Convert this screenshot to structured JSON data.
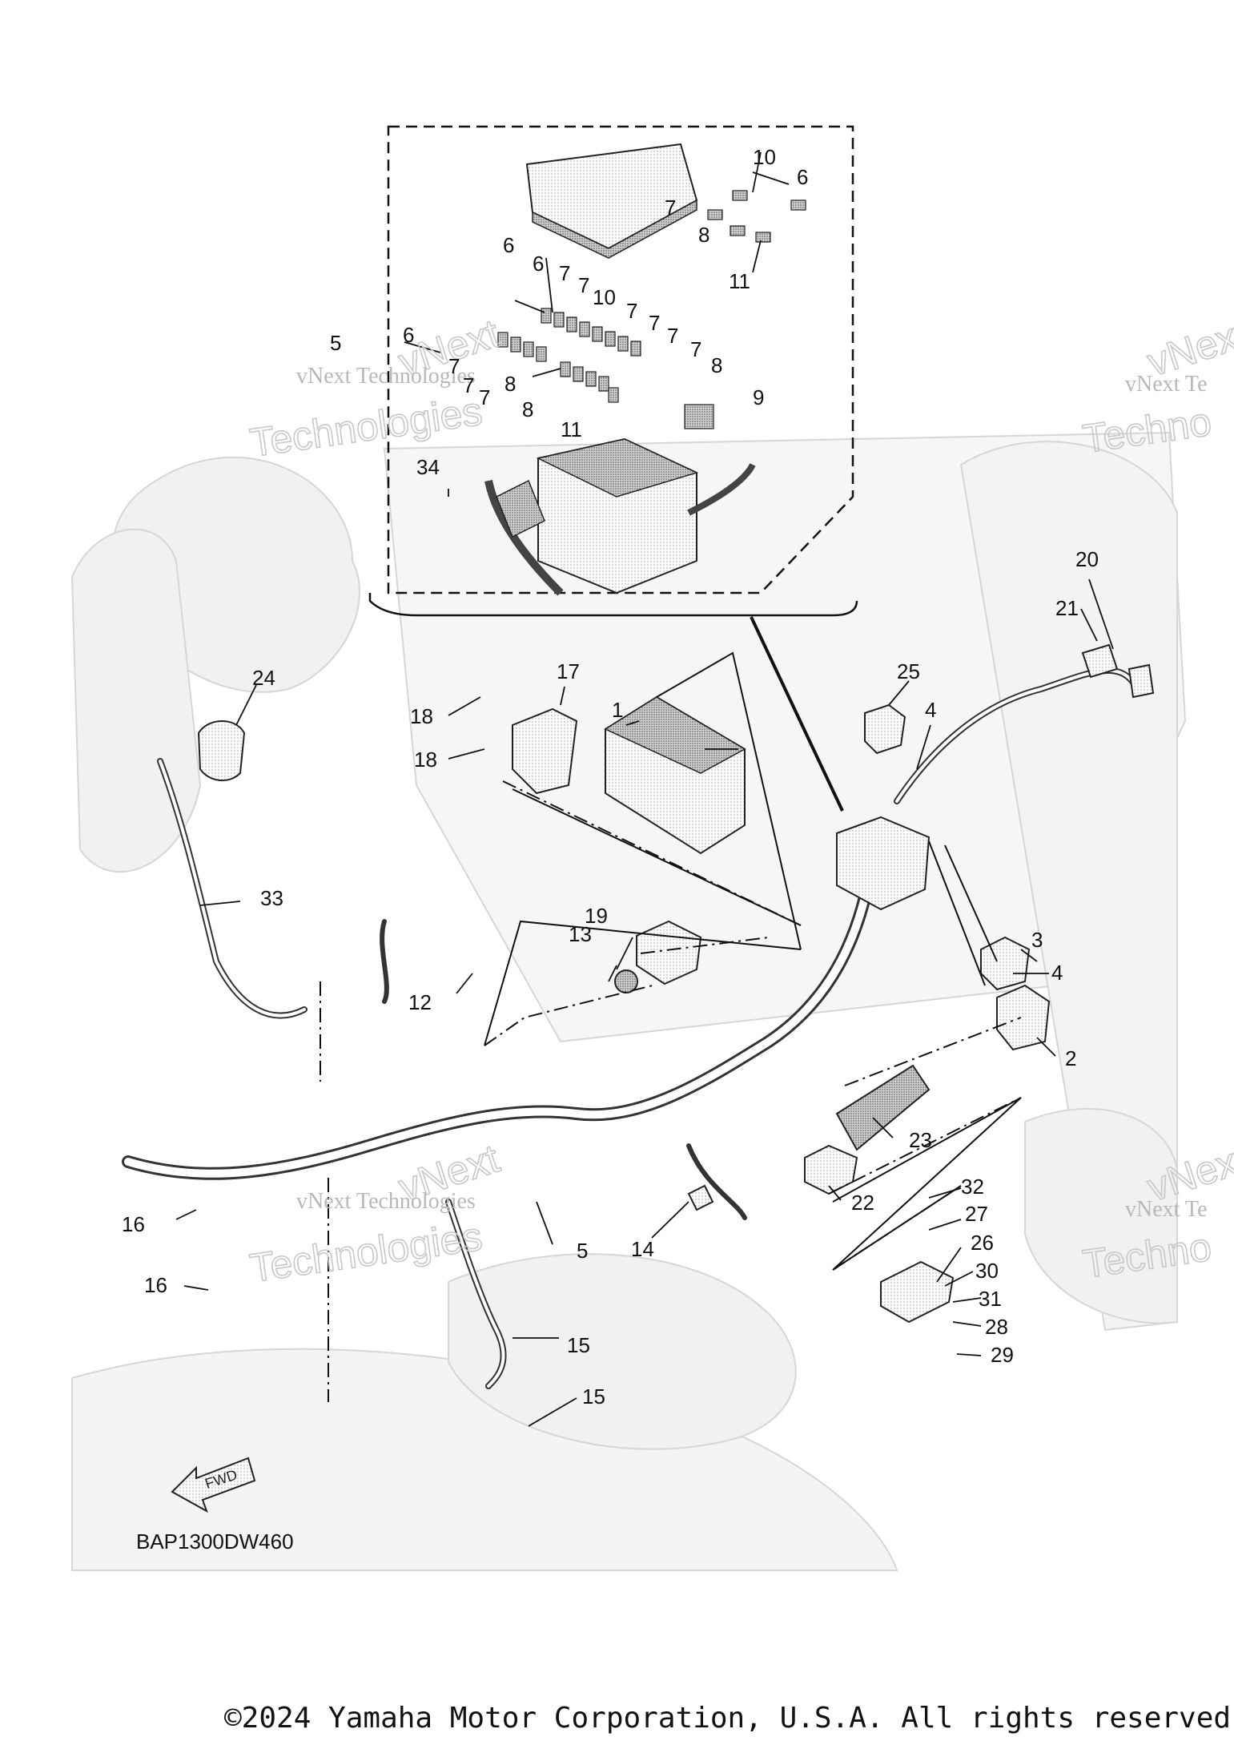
{
  "diagram_code": "BAP1300DW460",
  "fwd_label": "FWD",
  "copyright": "©2024 Yamaha Motor Corporation, U.S.A. All rights reserved",
  "watermarks": [
    {
      "line1": "vNext",
      "line2": "vNext Technologies",
      "line3": "Technologies"
    },
    {
      "line1": "vNext",
      "line2": "vNext Te",
      "line3": "Techno"
    },
    {
      "line1": "vNext",
      "line2": "vNext Technologies",
      "line3": "Technologies"
    },
    {
      "line1": "vNext",
      "line2": "vNext Te",
      "line3": "Techno"
    }
  ],
  "callouts": [
    "1",
    "2",
    "3",
    "4",
    "4",
    "5",
    "5",
    "6",
    "6",
    "6",
    "6",
    "7",
    "7",
    "7",
    "7",
    "7",
    "7",
    "7",
    "7",
    "7",
    "7",
    "8",
    "8",
    "8",
    "8",
    "9",
    "10",
    "10",
    "11",
    "11",
    "12",
    "13",
    "14",
    "15",
    "15",
    "16",
    "16",
    "17",
    "18",
    "18",
    "19",
    "20",
    "21",
    "22",
    "23",
    "24",
    "25",
    "26",
    "27",
    "28",
    "29",
    "30",
    "31",
    "32",
    "33",
    "34"
  ]
}
